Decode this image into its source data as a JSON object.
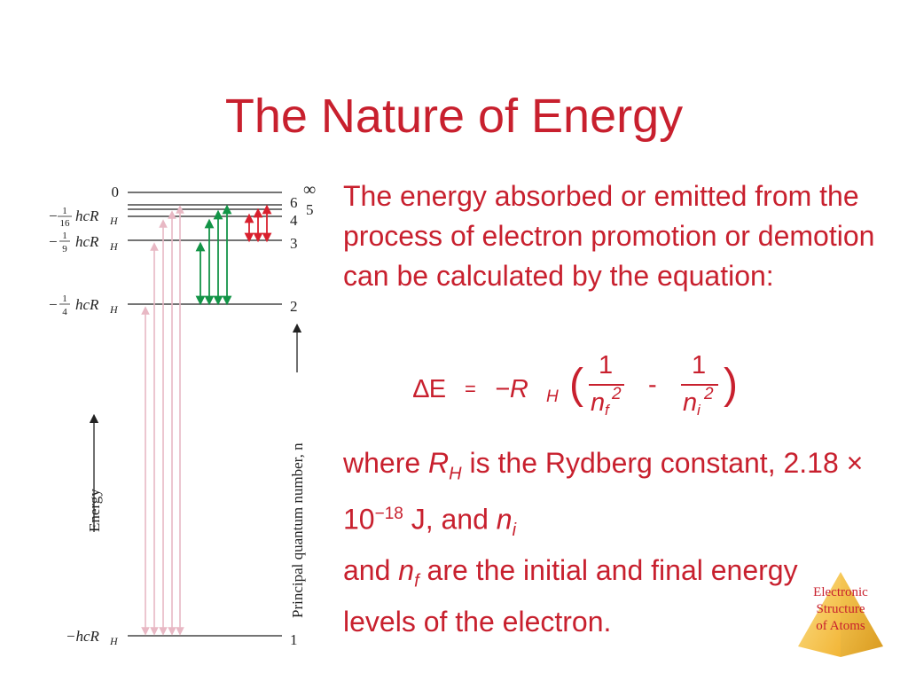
{
  "slide": {
    "title": "The Nature of Energy"
  },
  "diagram": {
    "zero_label": "0",
    "levels": [
      {
        "n": "1",
        "energy_label": "−hcR",
        "energy_sub": "H"
      },
      {
        "n": "2",
        "energy_prefix": "−",
        "frac_num": "1",
        "frac_den": "4",
        "energy_label": "hcR",
        "energy_sub": "H"
      },
      {
        "n": "3",
        "energy_prefix": "−",
        "frac_num": "1",
        "frac_den": "9",
        "energy_label": "hcR",
        "energy_sub": "H"
      },
      {
        "n": "4",
        "energy_prefix": "−",
        "frac_num": "1",
        "frac_den": "16",
        "energy_label": "hcR",
        "energy_sub": "H"
      },
      {
        "n": "5"
      },
      {
        "n": "6"
      },
      {
        "n": "∞"
      }
    ],
    "energy_axis_label": "Energy",
    "quantum_axis_label": "Principal quantum number, n",
    "colors": {
      "lyman": "#e8b8c4",
      "balmer": "#139447",
      "paschen": "#d8202e",
      "lines": "#222222"
    }
  },
  "text": {
    "para1": "The energy absorbed or emitted from the process of electron promotion or demotion can be calculated by the equation:",
    "para2_a": "where ",
    "para2_r": "R",
    "para2_r_sub": "H",
    "para2_b": " is the Rydberg constant, 2.18 × 10",
    "para2_exp": "−18",
    "para2_c": " J, and ",
    "para2_ni": "n",
    "para2_ni_sub": "i",
    "para2_d": " and ",
    "para2_nf": "n",
    "para2_nf_sub": "f",
    "para2_e": " are the initial and final energy levels of the electron."
  },
  "equation": {
    "delta_e": "∆E",
    "equals": "=",
    "minus_r": "−R",
    "r_sub": "H",
    "open_paren": "(",
    "close_paren": ")",
    "num1": "1",
    "den1_n": "n",
    "den1_sub": "f",
    "den1_exp": "2",
    "minus": "-",
    "num2": "1",
    "den2_n": "n",
    "den2_sub": "i",
    "den2_exp": "2"
  },
  "badge": {
    "line1": "Electronic",
    "line2": "Structure",
    "line3": "of Atoms",
    "color": "#f5c04a"
  },
  "accent_color": "#c8202e"
}
